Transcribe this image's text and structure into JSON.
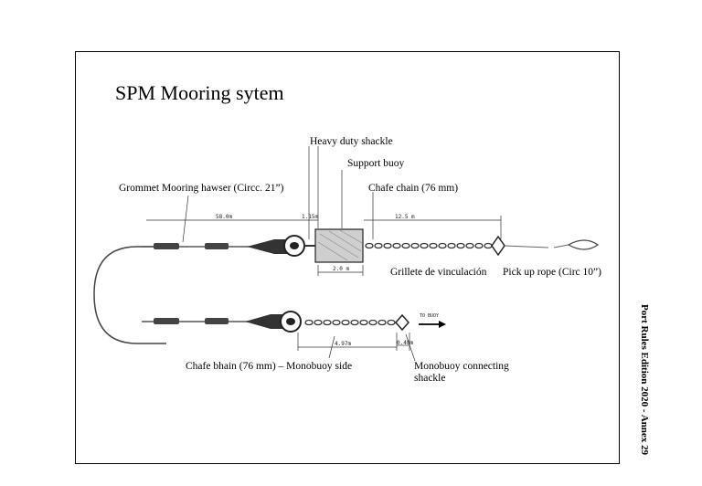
{
  "title": "SPM Mooring sytem",
  "side_caption": "Port Rules Edition 2020 - Annex 29",
  "labels": {
    "heavy_duty_shackle": "Heavy duty shackle",
    "support_buoy": "Support buoy",
    "grommet_hawser": "Grommet Mooring hawser (Circc. 21”)",
    "chafe_chain": "Chafe chain (76 mm)",
    "grillete": "Grillete de vinculación",
    "pick_up_rope": "Pick up rope (Circ 10”)",
    "chafe_bhain": "Chafe bhain (76 mm) – Monobuoy side",
    "monobuoy_shackle": "Monobuoy connecting\nshackle",
    "to_buoy": "TO BUOY"
  },
  "dimensions": {
    "d_58": "58.0m",
    "d_115": "1.15m",
    "d_125": "12.5 m",
    "d_20": "2.0 m",
    "d_497": "4.97m",
    "d_048": "0.48m"
  }
}
